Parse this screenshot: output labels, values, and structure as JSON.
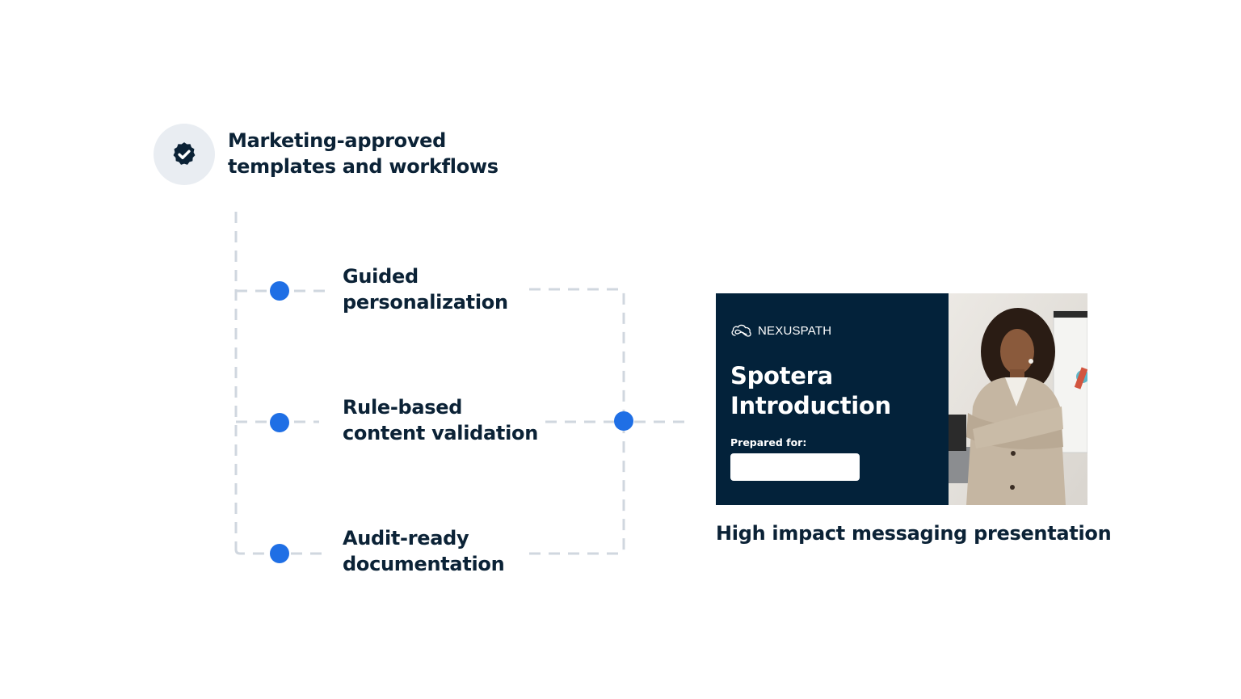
{
  "header": {
    "icon": "verified-badge-icon",
    "title_line1": "Marketing-approved",
    "title_line2": "templates and workflows"
  },
  "features": [
    {
      "line1": "Guided",
      "line2": "personalization"
    },
    {
      "line1": "Rule-based",
      "line2": "content validation"
    },
    {
      "line1": "Audit-ready",
      "line2": "documentation"
    }
  ],
  "colors": {
    "accent_dot": "#1f6fe5",
    "dashed_line": "#d0d7df",
    "text": "#0b2236",
    "card_bg": "#03223a",
    "badge_bg": "#e9edf2"
  },
  "preview_card": {
    "logo_icon": "cloud-infinity-icon",
    "brand": "NEXUSPATH",
    "title_line1": "Spotera",
    "title_line2": "Introduction",
    "prepared_label": "Prepared for:",
    "prepared_value": "",
    "photo": "woman-arms-crossed-photo"
  },
  "caption": "High impact messaging presentation"
}
